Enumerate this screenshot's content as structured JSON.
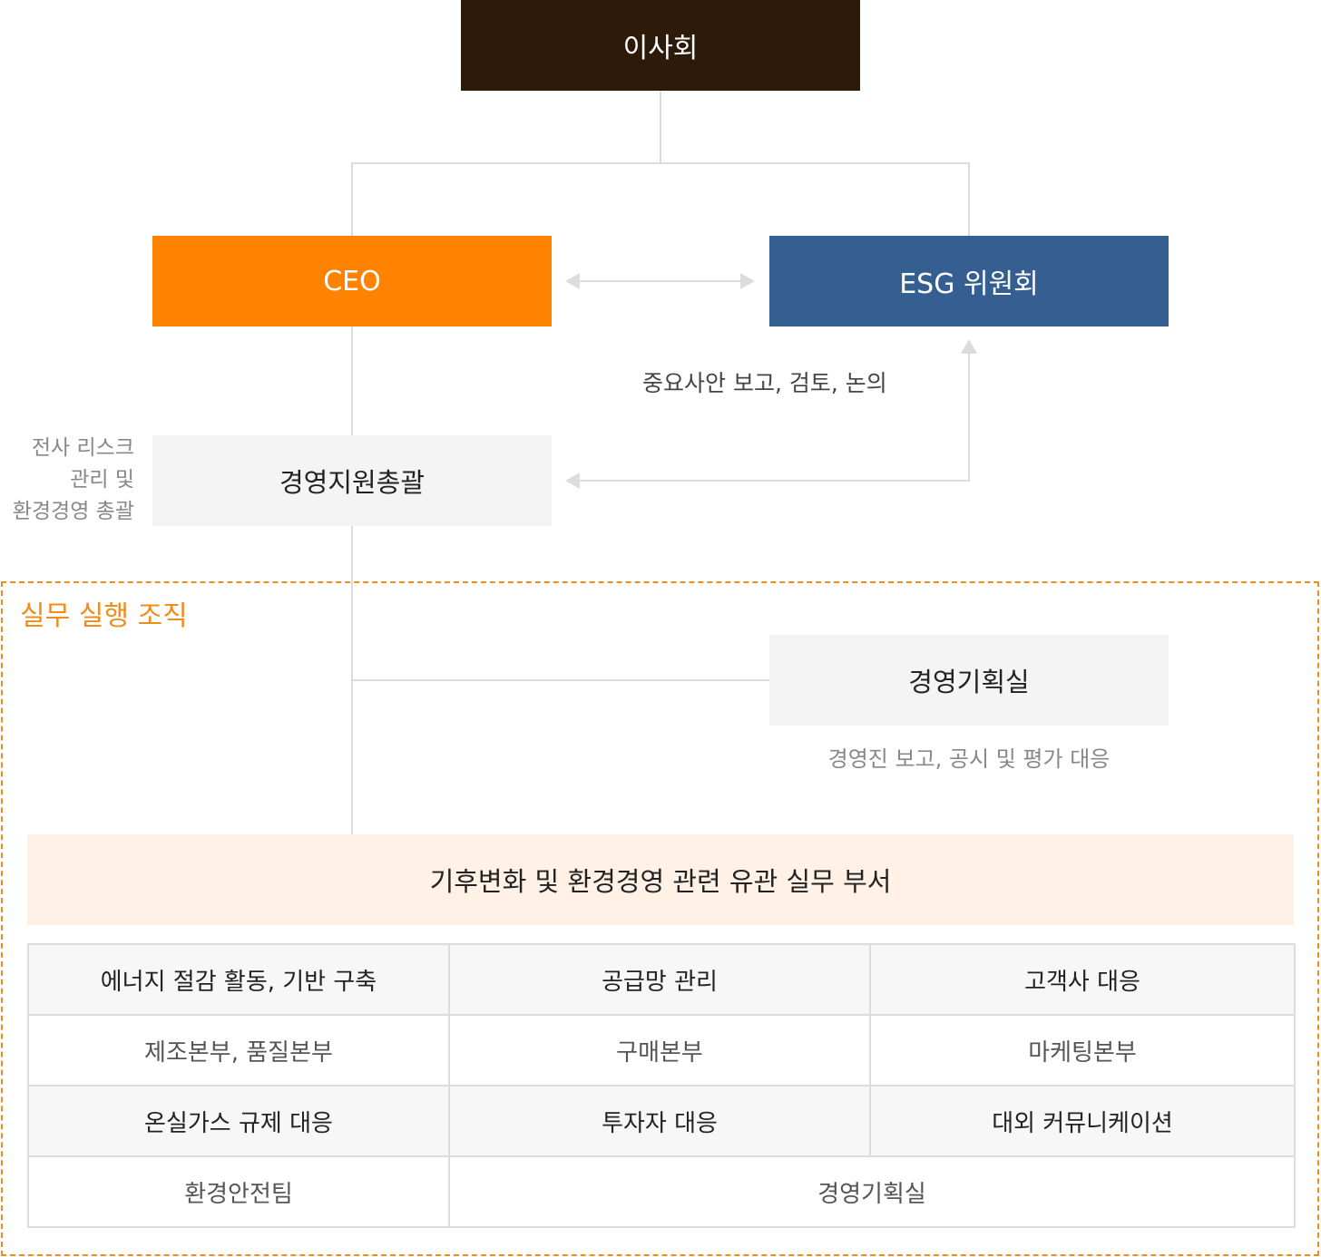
{
  "colors": {
    "board_bg": "#2e1a08",
    "ceo_bg": "#ff8200",
    "esg_bg": "#365f91",
    "accent_orange": "#f08c1c",
    "dept_bg": "#fff1e5",
    "line": "#dcdcdc"
  },
  "board": {
    "label": "이사회"
  },
  "ceo": {
    "label": "CEO"
  },
  "esg": {
    "label": "ESG 위원회"
  },
  "report_caption": "중요사안 보고, 검토, 논의",
  "mgmt_support": {
    "label": "경영지원총괄",
    "note_lines": [
      "전사 리스크",
      "관리 및",
      "환경경영 총괄"
    ]
  },
  "execution": {
    "title": "실무 실행 조직",
    "planning": {
      "label": "경영기획실",
      "caption": "경영진 보고, 공시 및 평가 대응"
    },
    "departments_header": "기후변화 및 환경경영 관련 유관 실무 부서",
    "rows": [
      {
        "kind": "head",
        "cells": [
          "에너지 절감 활동, 기반 구축",
          "공급망 관리",
          "고객사 대응"
        ]
      },
      {
        "kind": "body",
        "cells": [
          "제조본부, 품질본부",
          "구매본부",
          "마케팅본부"
        ]
      },
      {
        "kind": "head",
        "cells": [
          "온실가스 규제 대응",
          "투자자 대응",
          "대외 커뮤니케이션"
        ]
      },
      {
        "kind": "body",
        "cells": [
          "환경안전팀",
          "경영기획실"
        ]
      }
    ]
  }
}
